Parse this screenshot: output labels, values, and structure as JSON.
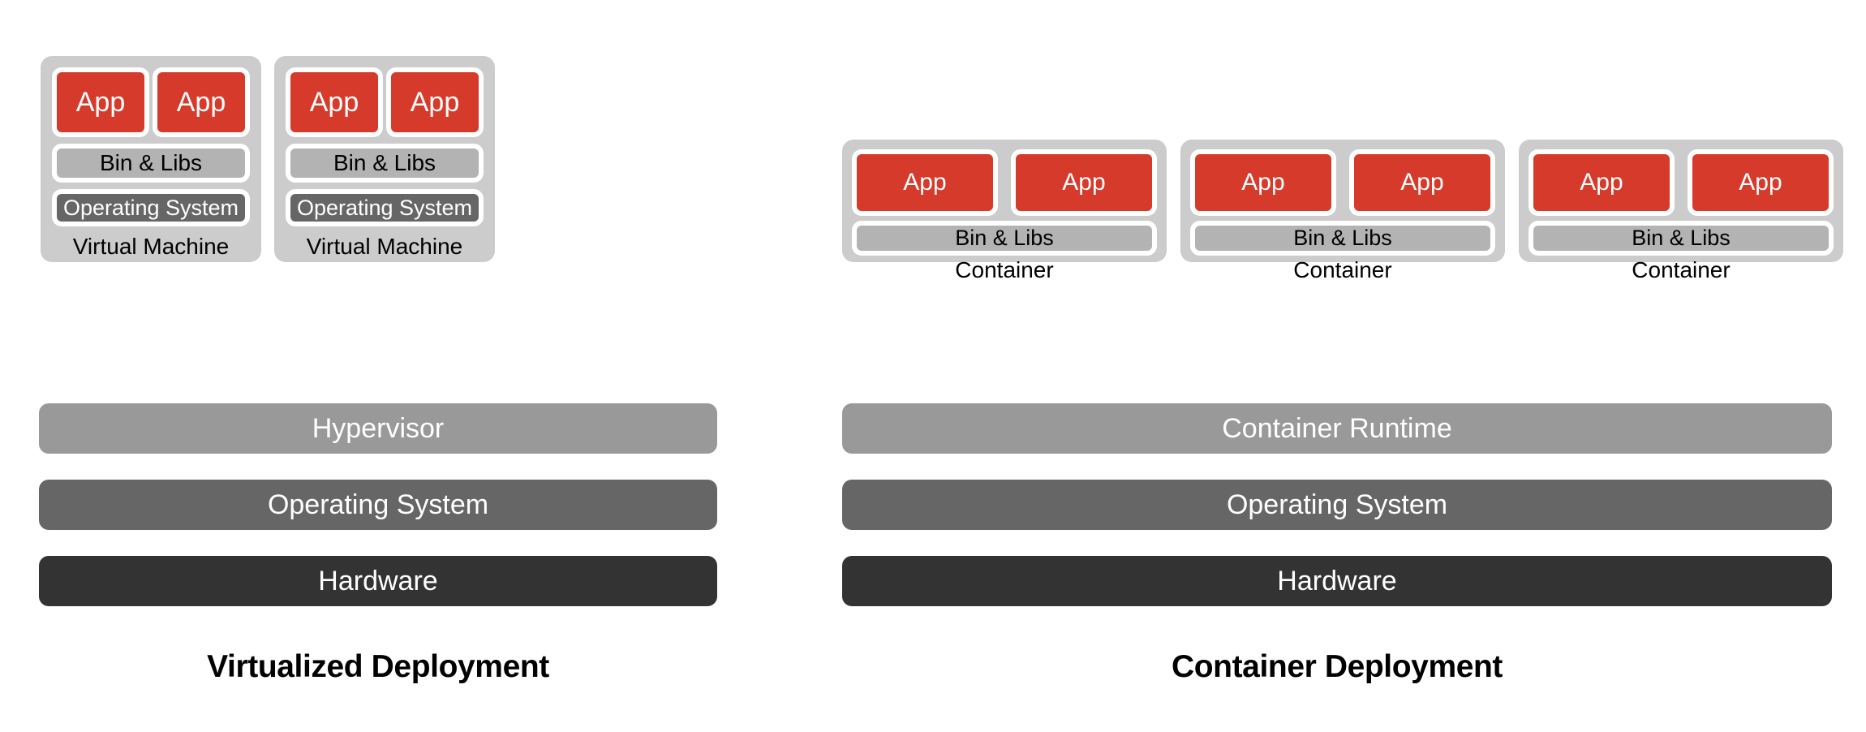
{
  "colors": {
    "app_red": "#d63a2a",
    "panel_gray": "#cccccc",
    "binlibs_gray": "#b3b3b3",
    "guest_os_gray": "#666666",
    "runtime_gray": "#999999",
    "os_gray": "#666666",
    "hardware_gray": "#333333",
    "background": "#ffffff",
    "text_light": "#ffffff",
    "text_dark": "#000000"
  },
  "diagram": {
    "panels": [
      {
        "id": "virtualized",
        "title": "Virtualized Deployment",
        "guests": [
          {
            "caption": "Virtual Machine",
            "apps": [
              "App",
              "App"
            ],
            "binlibs": "Bin & Libs",
            "guest_os": "Operating System"
          },
          {
            "caption": "Virtual Machine",
            "apps": [
              "App",
              "App"
            ],
            "binlibs": "Bin & Libs",
            "guest_os": "Operating System"
          }
        ],
        "stack": [
          {
            "label": "Hypervisor",
            "tone": "runtime"
          },
          {
            "label": "Operating System",
            "tone": "os"
          },
          {
            "label": "Hardware",
            "tone": "hardware"
          }
        ]
      },
      {
        "id": "container",
        "title": "Container Deployment",
        "guests": [
          {
            "caption": "Container",
            "apps": [
              "App",
              "App"
            ],
            "binlibs": "Bin & Libs"
          },
          {
            "caption": "Container",
            "apps": [
              "App",
              "App"
            ],
            "binlibs": "Bin & Libs"
          },
          {
            "caption": "Container",
            "apps": [
              "App",
              "App"
            ],
            "binlibs": "Bin & Libs"
          }
        ],
        "stack": [
          {
            "label": "Container Runtime",
            "tone": "runtime"
          },
          {
            "label": "Operating System",
            "tone": "os"
          },
          {
            "label": "Hardware",
            "tone": "hardware"
          }
        ]
      }
    ]
  }
}
